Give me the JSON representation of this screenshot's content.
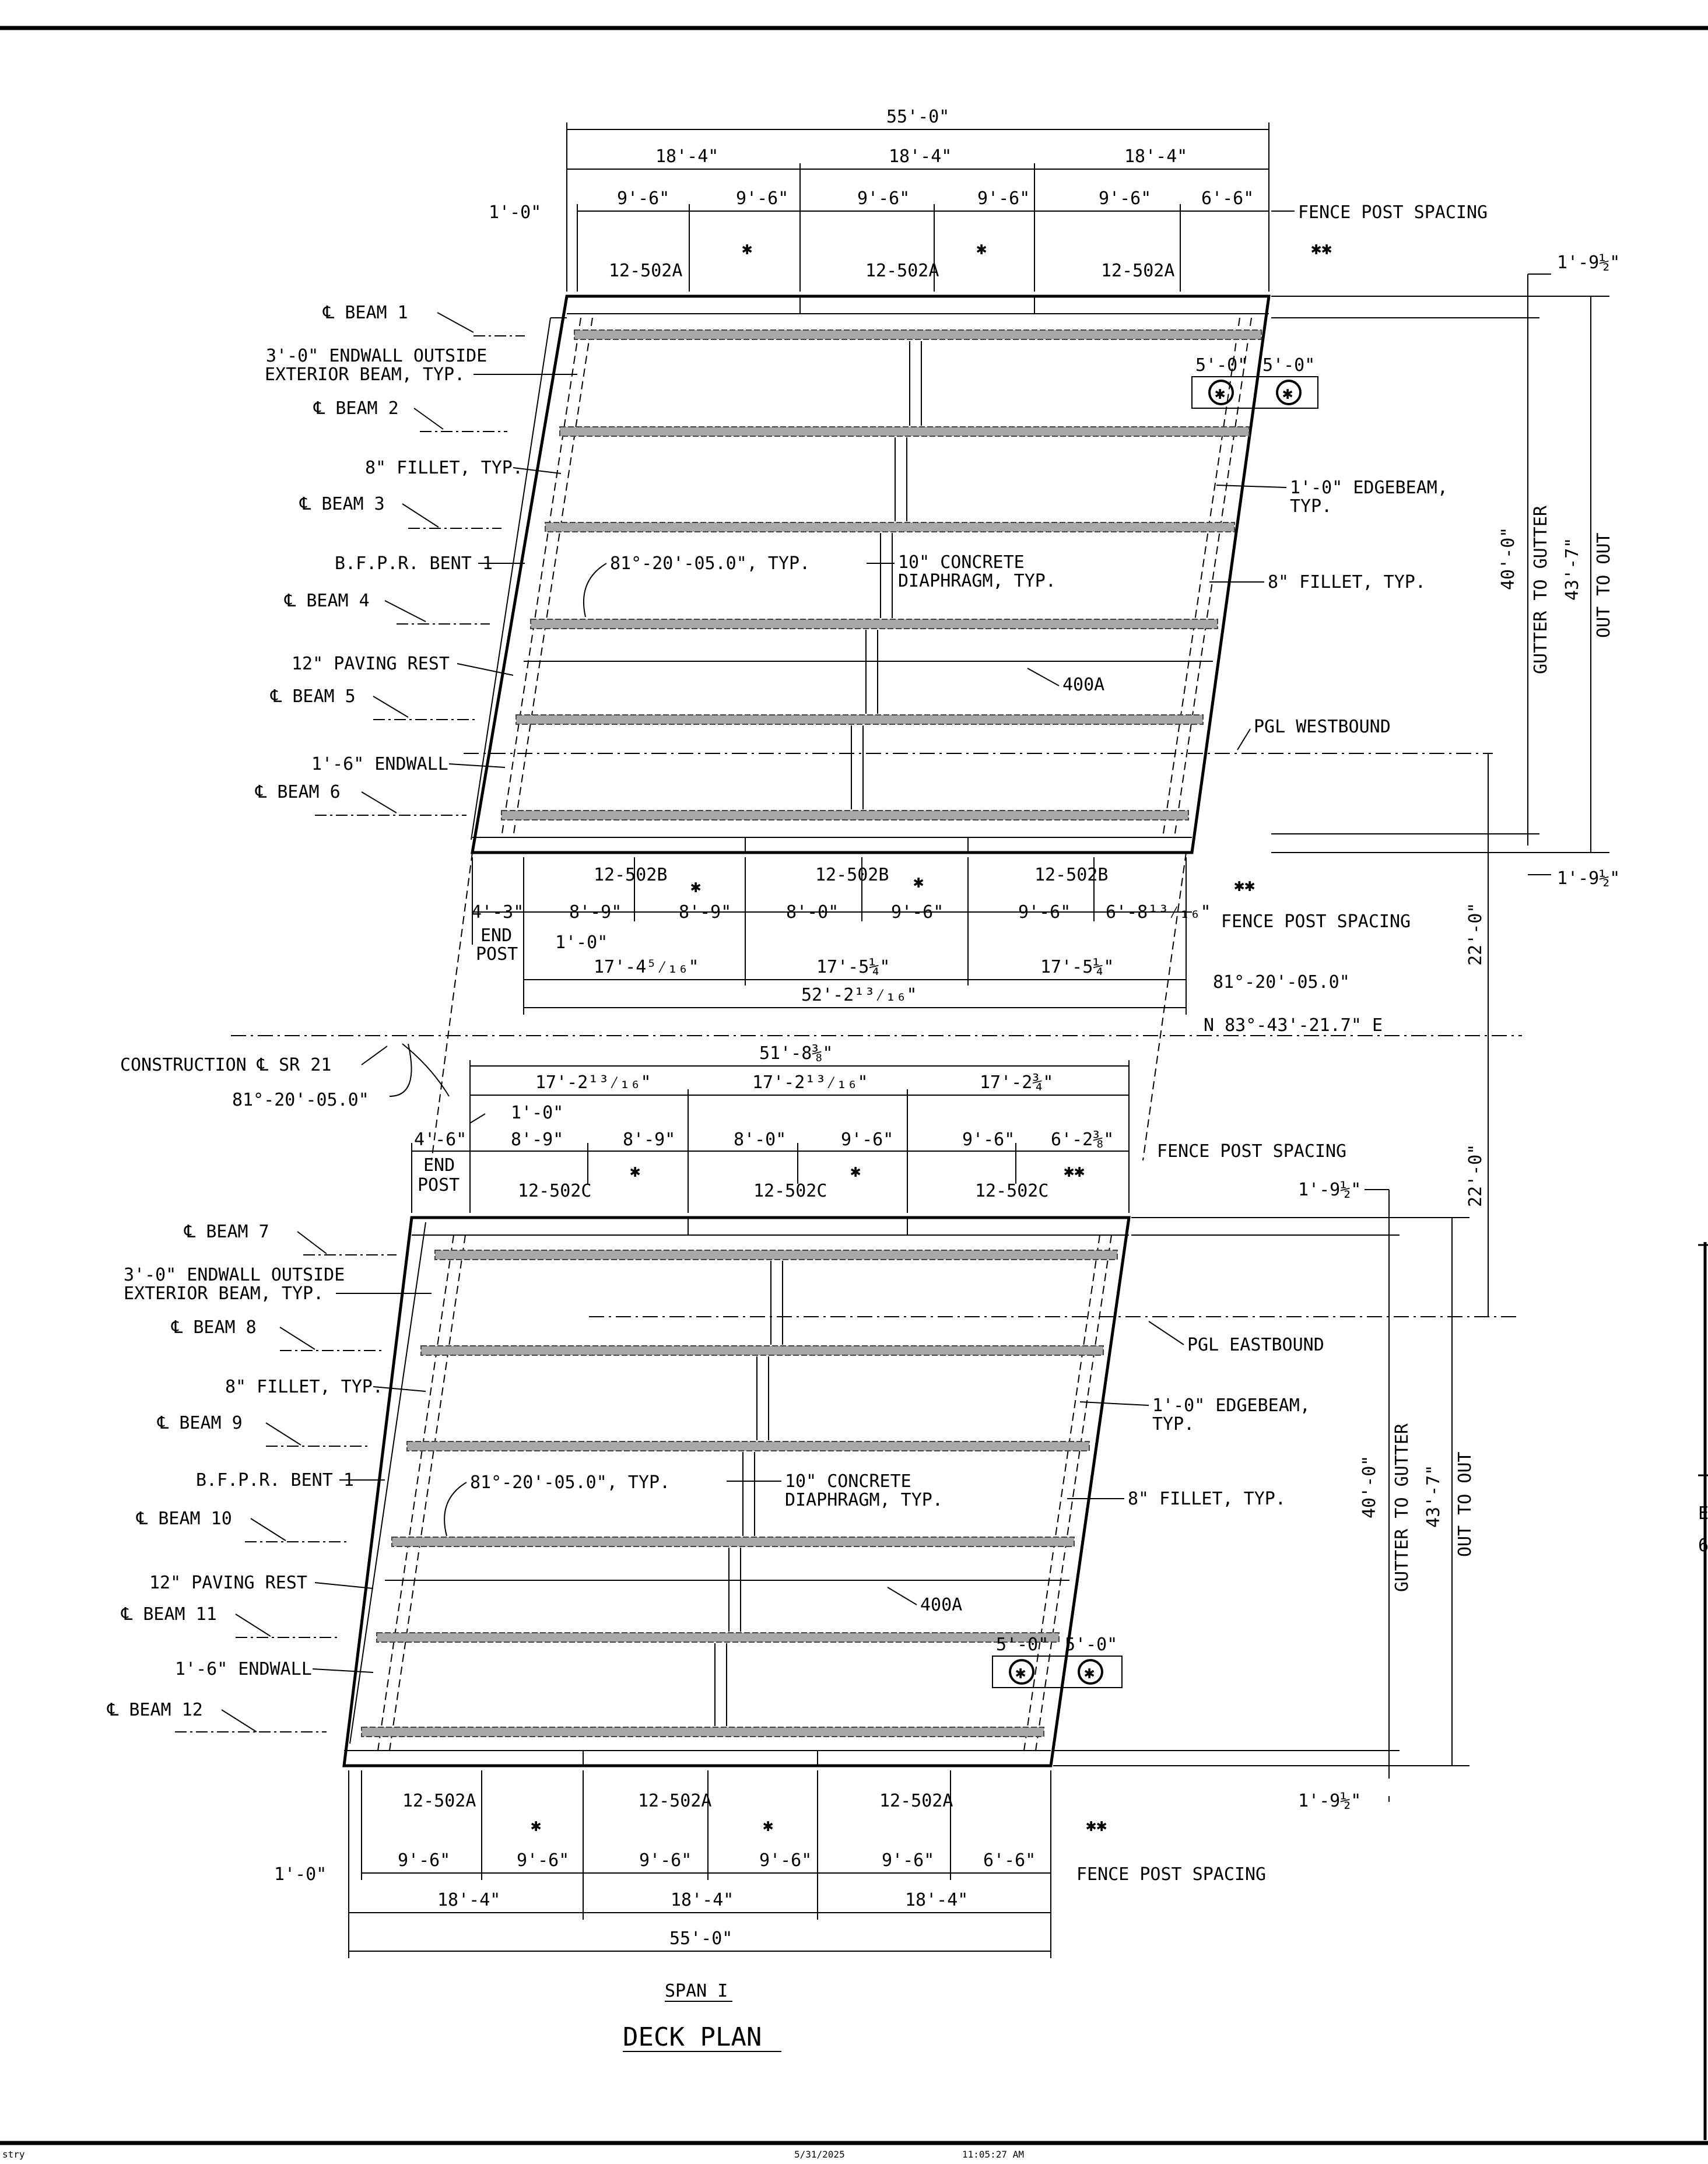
{
  "drawing": {
    "title": "DECK PLAN",
    "span_label": "SPAN I",
    "footer_left": "stry",
    "footer_date": "5/31/2025",
    "footer_time": "11:05:27 AM",
    "right_edge_text_1": "E",
    "right_edge_text_2": "6"
  },
  "common": {
    "fence_post_spacing": "FENCE POST SPACING",
    "star": "✱",
    "double_star": "✱✱",
    "circled_star": "✱",
    "end_post_1": "END",
    "end_post_2": "POST",
    "gutter_to_gutter": "GUTTER TO GUTTER",
    "out_to_out": "OUT TO OUT",
    "dim_40_0": "40'-0\"",
    "dim_43_7": "43'-7\"",
    "dim_22_0": "22'-0\"",
    "dim_1_9_half": "1'-9½\"",
    "dim_5_0": "5'-0\"",
    "dim_1_0": "1'-0\""
  },
  "upper": {
    "top_overall": "55'-0\"",
    "top_thirds": [
      "18'-4\"",
      "18'-4\"",
      "18'-4\""
    ],
    "top_posts": [
      "9'-6\"",
      "9'-6\"",
      "9'-6\"",
      "9'-6\"",
      "9'-6\"",
      "6'-6\""
    ],
    "rail_marks_top": [
      "12-502A",
      "12-502A",
      "12-502A"
    ],
    "rail_marks_bottom": [
      "12-502B",
      "12-502B",
      "12-502B"
    ],
    "bottom_posts": [
      "8'-9\"",
      "8'-9\"",
      "8'-0\"",
      "9'-6\"",
      "9'-6\"",
      "6'-8¹³⁄₁₆\""
    ],
    "end_post_dim": "4'-3\"",
    "bottom_thirds": [
      "17'-4⁵⁄₁₆\"",
      "17'-5¼\"",
      "17'-5¼\""
    ],
    "bottom_overall": "52'-2¹³⁄₁₆\"",
    "skew_angle": "81°-20'-05.0\"",
    "bearing": "N 83°-43'-21.7\" E",
    "pgl": "PGL WESTBOUND",
    "beams": [
      "℄ BEAM 1",
      "℄ BEAM 2",
      "℄ BEAM 3",
      "℄ BEAM 4",
      "℄ BEAM 5",
      "℄ BEAM 6"
    ],
    "left_notes": [
      "3'-0\" ENDWALL OUTSIDE",
      "EXTERIOR BEAM, TYP.",
      "8\" FILLET, TYP.",
      "B.F.P.R. BENT 1",
      "12\" PAVING REST",
      "1'-6\" ENDWALL"
    ],
    "center_notes": [
      "81°-20'-05.0\", TYP.",
      "10\" CONCRETE",
      "DIAPHRAGM, TYP.",
      "400A"
    ],
    "right_notes": [
      "1'-0\" EDGEBEAM,",
      "TYP.",
      "8\" FILLET, TYP."
    ]
  },
  "construction_line": {
    "label": "CONSTRUCTION ℄ SR 21",
    "angle": "81°-20'-05.0\""
  },
  "lower": {
    "top_overall": "51'-8⅜\"",
    "top_thirds": [
      "17'-2¹³⁄₁₆\"",
      "17'-2¹³⁄₁₆\"",
      "17'-2¾\""
    ],
    "top_posts": [
      "8'-9\"",
      "8'-9\"",
      "8'-0\"",
      "9'-6\"",
      "9'-6\"",
      "6'-2⅜\""
    ],
    "end_post_dim": "4'-6\"",
    "rail_marks_top": [
      "12-502C",
      "12-502C",
      "12-502C"
    ],
    "rail_marks_bottom": [
      "12-502A",
      "12-502A",
      "12-502A"
    ],
    "bottom_posts": [
      "9'-6\"",
      "9'-6\"",
      "9'-6\"",
      "9'-6\"",
      "9'-6\"",
      "6'-6\""
    ],
    "bottom_thirds": [
      "18'-4\"",
      "18'-4\"",
      "18'-4\""
    ],
    "bottom_overall": "55'-0\"",
    "pgl": "PGL EASTBOUND",
    "beams": [
      "℄ BEAM 7",
      "℄ BEAM 8",
      "℄ BEAM 9",
      "℄ BEAM 10",
      "℄ BEAM 11",
      "℄ BEAM 12"
    ],
    "left_notes": [
      "3'-0\" ENDWALL OUTSIDE",
      "EXTERIOR BEAM, TYP.",
      "8\" FILLET, TYP.",
      "B.F.P.R. BENT 1",
      "12\" PAVING REST",
      "1'-6\" ENDWALL"
    ],
    "center_notes": [
      "81°-20'-05.0\", TYP.",
      "10\" CONCRETE",
      "DIAPHRAGM, TYP.",
      "400A"
    ],
    "right_notes": [
      "1'-0\" EDGEBEAM,",
      "TYP.",
      "8\" FILLET, TYP."
    ]
  }
}
